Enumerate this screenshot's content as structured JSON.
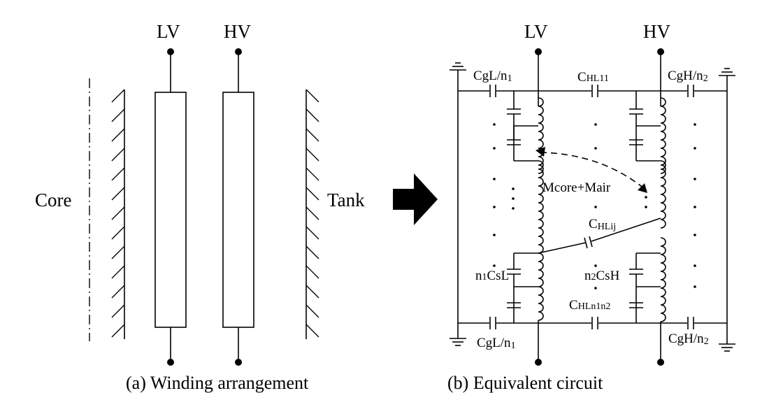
{
  "panel_a": {
    "core_label": "Core",
    "tank_label": "Tank",
    "lv_label": "LV",
    "hv_label": "HV",
    "caption": "(a) Winding arrangement"
  },
  "panel_b": {
    "lv_label": "LV",
    "hv_label": "HV",
    "caption": "(b)  Equivalent circuit",
    "cgl_top": {
      "main": "CgL/n",
      "sub": "1"
    },
    "chl11": {
      "main": "C",
      "sub": "HL11"
    },
    "cgh_top": {
      "main": "CgH/n",
      "sub": "2"
    },
    "mutual": "Mcore+Mair",
    "chlij": {
      "main": "C",
      "sub": "HLij"
    },
    "n1csl": {
      "pre": "n",
      "presub": "1",
      "main": "CsL"
    },
    "n2csh": {
      "pre": "n",
      "presub": "2",
      "main": "CsH"
    },
    "chln1n2": {
      "main": "C",
      "sub": "HLn1n2"
    },
    "cgl_bottom": {
      "main": "CgL/n",
      "sub": "1"
    },
    "cgh_bottom": {
      "main": "CgH/n",
      "sub": "2"
    }
  }
}
